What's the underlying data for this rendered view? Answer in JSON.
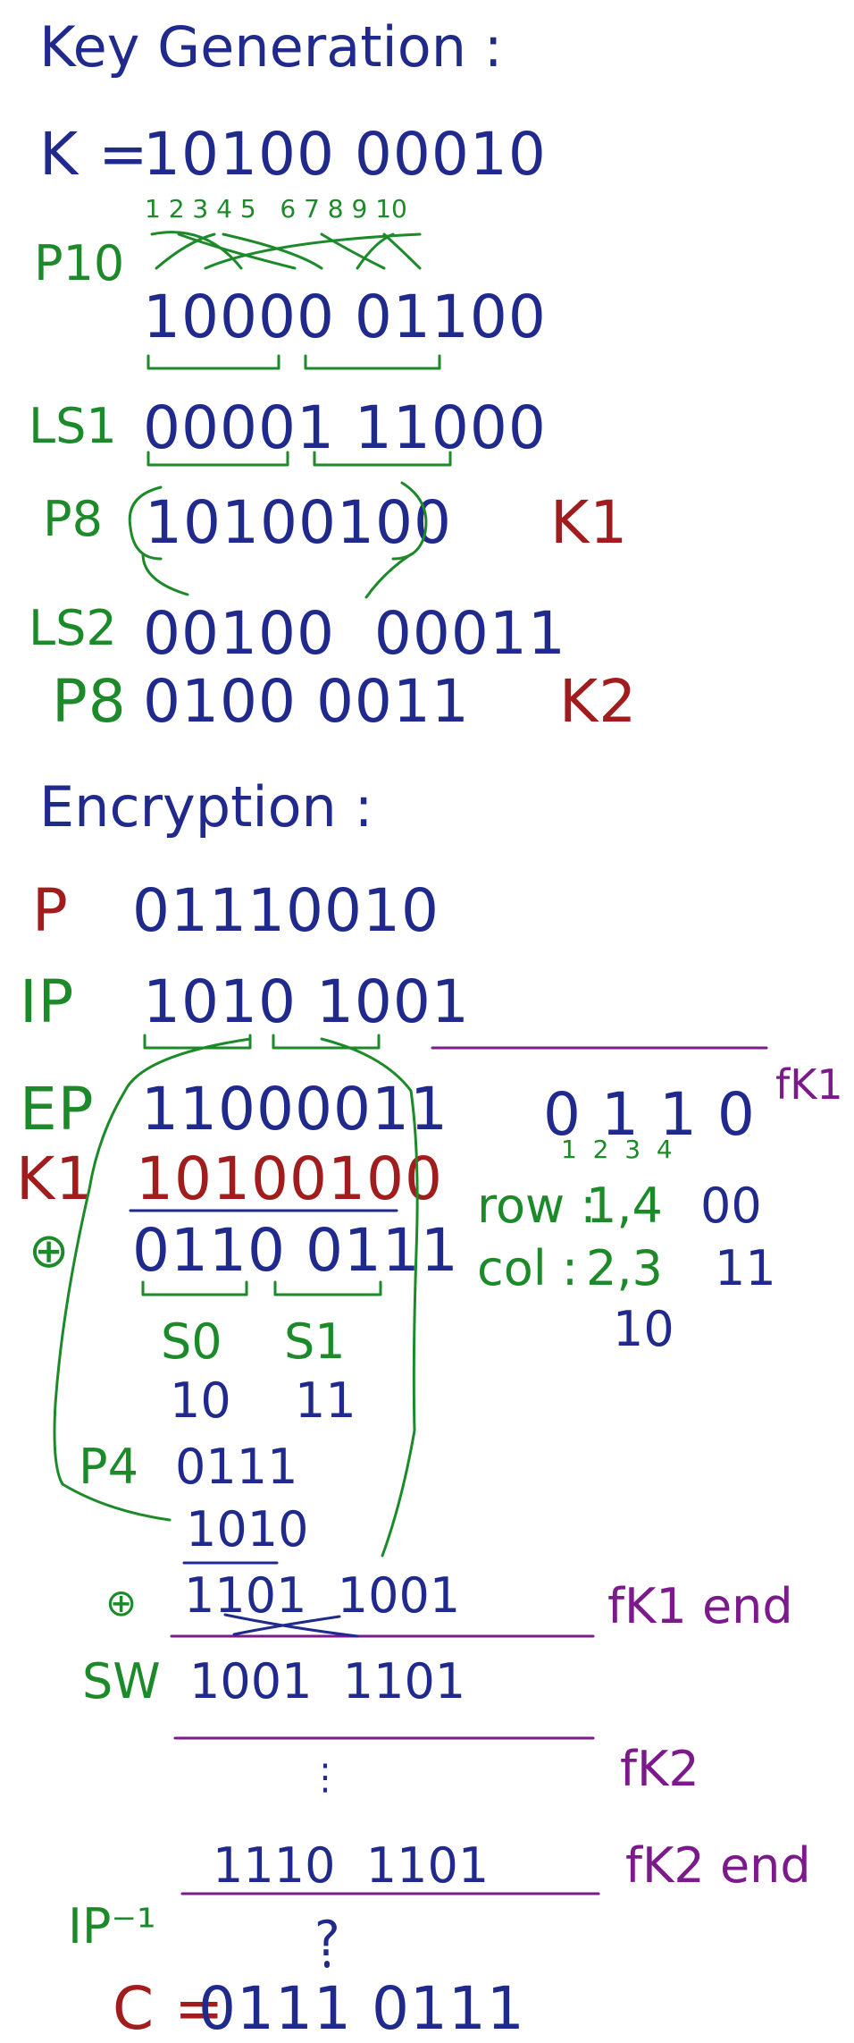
{
  "keygen": {
    "heading": "Key Generation :",
    "k_label": "K =",
    "k_value": "10100 00010",
    "p10_label": "P10",
    "positions": "1 2 3 4 5   6 7 8 9 10",
    "p10_value": "10000 01100",
    "ls1_label": "LS1",
    "ls1_value": "00001 11000",
    "p8_label": "P8",
    "p8_value": "10100100",
    "k1_tag": "K1",
    "ls2_label": "LS2",
    "ls2_value": "00100  00011",
    "p8b_label": "P8",
    "p8b_value": "0100 0011",
    "k2_tag": "K2"
  },
  "encryption": {
    "heading": "Encryption :",
    "p_label": "P",
    "p_value": "01110010",
    "ip_label": "IP",
    "ip_value": "1010 1001",
    "ep_label": "EP",
    "ep_value": "11000011",
    "k1_label": "K1",
    "k1_value": "10100100",
    "xor_symbol": "⊕",
    "xor_value": "0110 0111",
    "s0_label": "S0",
    "s1_label": "S1",
    "s0_value": "10",
    "s1_value": "11",
    "p4_label": "P4",
    "p4_value": "0111",
    "left_half": "1010",
    "xor2_value": "1101  1001",
    "fk1_end": "fK1 end",
    "sw_label": "SW",
    "sw_value": "1001  1101",
    "fk2_label": "fK2",
    "dots": "⋮",
    "fk2_result": "1110  1101",
    "fk2_end": "fK2 end",
    "ipinv_label": "IP⁻¹",
    "question": "?",
    "c_label": "C =",
    "c_value": "0111 0111"
  },
  "sbox": {
    "fk1_label": "fK1",
    "input": "0 1 1 0",
    "indices": "1  2  3  4",
    "row_label": "row :",
    "row_pos": "1,4",
    "row_bits": "00",
    "col_label": "col :",
    "col_pos": "2,3",
    "col_bits": "11",
    "output": "10"
  }
}
